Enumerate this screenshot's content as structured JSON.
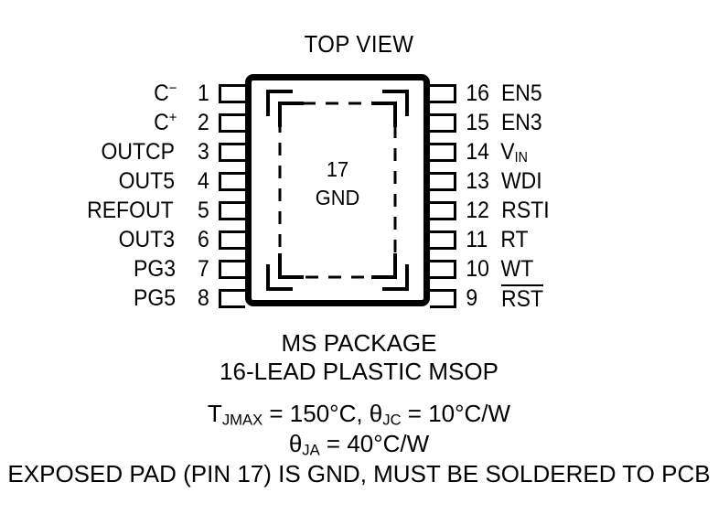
{
  "diagram": {
    "title": "TOP VIEW",
    "center_pad": {
      "pin_number": "17",
      "pin_name": "GND"
    },
    "left_pins": [
      {
        "num": "1",
        "label": "C",
        "sup": "−",
        "sub": "",
        "overline": false
      },
      {
        "num": "2",
        "label": "C",
        "sup": "+",
        "sub": "",
        "overline": false
      },
      {
        "num": "3",
        "label": "OUTCP",
        "sup": "",
        "sub": "",
        "overline": false
      },
      {
        "num": "4",
        "label": "OUT5",
        "sup": "",
        "sub": "",
        "overline": false
      },
      {
        "num": "5",
        "label": "REFOUT",
        "sup": "",
        "sub": "",
        "overline": false
      },
      {
        "num": "6",
        "label": "OUT3",
        "sup": "",
        "sub": "",
        "overline": false
      },
      {
        "num": "7",
        "label": "PG3",
        "sup": "",
        "sub": "",
        "overline": false
      },
      {
        "num": "8",
        "label": "PG5",
        "sup": "",
        "sub": "",
        "overline": false
      }
    ],
    "right_pins": [
      {
        "num": "16",
        "label": "EN5",
        "sup": "",
        "sub": "",
        "overline": false
      },
      {
        "num": "15",
        "label": "EN3",
        "sup": "",
        "sub": "",
        "overline": false
      },
      {
        "num": "14",
        "label": "V",
        "sup": "",
        "sub": "IN",
        "overline": false
      },
      {
        "num": "13",
        "label": "WDI",
        "sup": "",
        "sub": "",
        "overline": false
      },
      {
        "num": "12",
        "label": "RSTI",
        "sup": "",
        "sub": "",
        "overline": false
      },
      {
        "num": "11",
        "label": "RT",
        "sup": "",
        "sub": "",
        "overline": false
      },
      {
        "num": "10",
        "label": "WT",
        "sup": "",
        "sub": "",
        "overline": false
      },
      {
        "num": "9",
        "label": "RST",
        "sup": "",
        "sub": "",
        "overline": true
      }
    ]
  },
  "caption": {
    "package_name": "MS PACKAGE",
    "package_description": "16-LEAD PLASTIC MSOP",
    "thermal_line_1_pre": "T",
    "thermal_line_1_sub": "JMAX",
    "thermal_line_1_mid": " = 150°C, θ",
    "thermal_line_1_sub2": "JC",
    "thermal_line_1_post": " = 10°C/W",
    "thermal_line_2_pre": "θ",
    "thermal_line_2_sub": "JA",
    "thermal_line_2_post": " = 40°C/W",
    "exposed_pad_note": "EXPOSED PAD (PIN 17) IS GND, MUST BE SOLDERED TO PCB"
  },
  "style": {
    "ink": "#000000",
    "paper": "#ffffff"
  }
}
